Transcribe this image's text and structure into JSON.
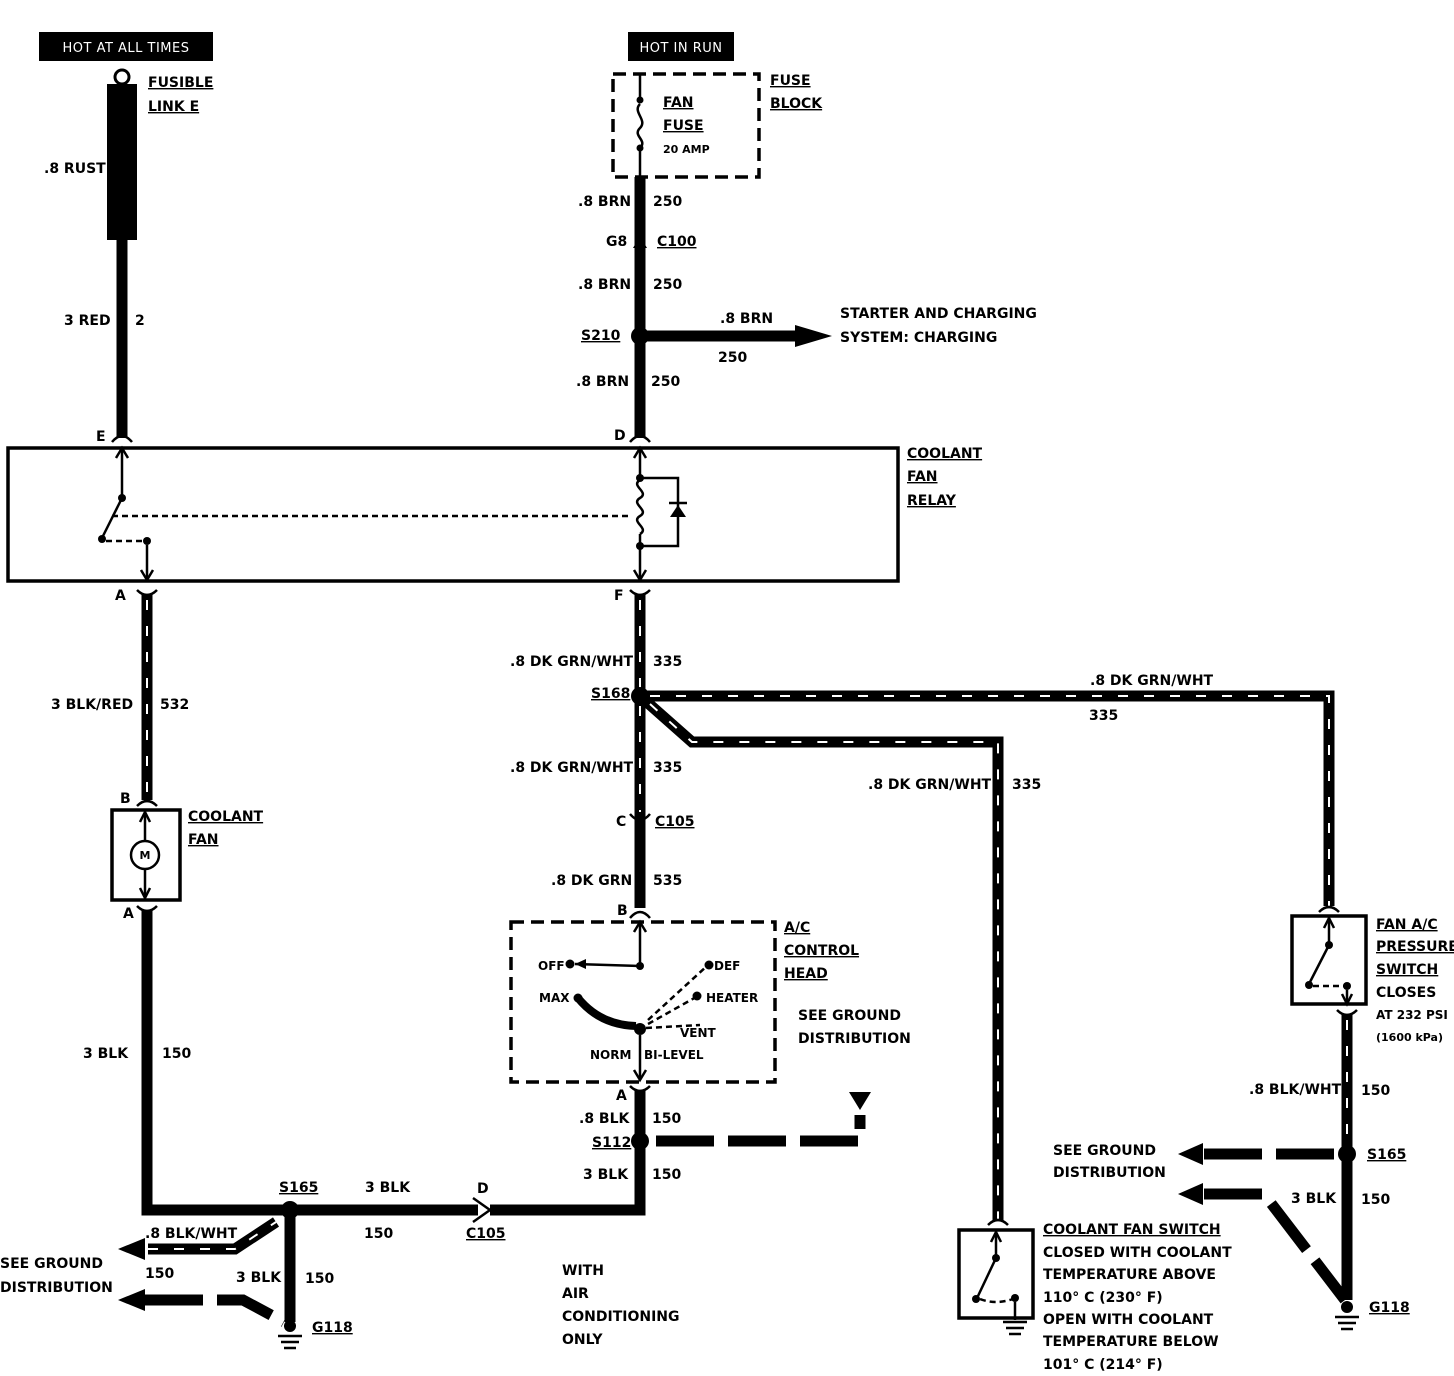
{
  "banners": {
    "hot_at_all_times": "HOT AT ALL TIMES",
    "hot_in_run": "HOT IN RUN"
  },
  "components": {
    "fusible_link_1": "FUSIBLE",
    "fusible_link_2": "LINK E",
    "fuse_block_1": "FUSE",
    "fuse_block_2": "BLOCK",
    "fan_fuse_1": "FAN",
    "fan_fuse_2": "FUSE",
    "fan_fuse_rating": "20 AMP",
    "relay_1": "COOLANT",
    "relay_2": "FAN",
    "relay_3": "RELAY",
    "fan_1": "COOLANT",
    "fan_2": "FAN",
    "motor": "M",
    "ac_head_1": "A/C",
    "ac_head_2": "CONTROL",
    "ac_head_3": "HEAD",
    "pressure_1": "FAN A/C",
    "pressure_2": "PRESSURE",
    "pressure_3": "SWITCH",
    "pressure_4": "CLOSES",
    "pressure_5": "AT 232 PSI",
    "pressure_6": "(1600 kPa)",
    "cfs_1": "COOLANT FAN SWITCH",
    "cfs_2": "CLOSED WITH COOLANT",
    "cfs_3": "TEMPERATURE ABOVE",
    "cfs_4": "110° C (230° F)",
    "cfs_5": "OPEN WITH COOLANT",
    "cfs_6": "TEMPERATURE BELOW",
    "cfs_7": "101° C (214° F)"
  },
  "ac_switch": {
    "off": "OFF",
    "def": "DEF",
    "max": "MAX",
    "heater": "HEATER",
    "vent": "VENT",
    "norm": "NORM",
    "bilevel": "BI-LEVEL"
  },
  "wires": {
    "rust": ".8 RUST",
    "red": "3 RED",
    "red_circuit": "2",
    "brn_a": ".8 BRN",
    "brn_a_circuit": "250",
    "brn_b": ".8 BRN",
    "brn_b_circuit": "250",
    "brn_c": ".8 BRN",
    "brn_c_circuit": "250",
    "brn_d": ".8 BRN",
    "brn_d_circuit": "250",
    "grnwht_a": ".8 DK GRN/WHT",
    "grnwht_a_circuit": "335",
    "grnwht_b": ".8 DK GRN/WHT",
    "grnwht_b_circuit": "335",
    "grnwht_c": ".8 DK GRN/WHT",
    "grnwht_c_circuit": "335",
    "grnwht_d": ".8 DK GRN/WHT",
    "grnwht_d_circuit": "335",
    "blkred": "3 BLK/RED",
    "blkred_circuit": "532",
    "dkgrn": ".8 DK GRN",
    "dkgrn_circuit": "535",
    "blk_fan": "3 BLK",
    "blk_fan_circuit": "150",
    "blk_s112_up": ".8 BLK",
    "blk_s112_up_circuit": "150",
    "blk_s112_down": "3 BLK",
    "blk_s112_down_circuit": "150",
    "blk_s165": "3 BLK",
    "blk_s165_circuit": "150",
    "blkwht_left": ".8 BLK/WHT",
    "blkwht_left_circuit": "150",
    "blk_g118_left": "3 BLK",
    "blk_g118_left_circuit": "150",
    "blkwht_right": ".8 BLK/WHT",
    "blkwht_right_circuit": "150",
    "blk_right": "3 BLK",
    "blk_right_circuit": "150"
  },
  "splices": {
    "s210": "S210",
    "s168": "S168",
    "s112": "S112",
    "s165_left": "S165",
    "s165_right": "S165"
  },
  "connectors": {
    "c100": "C100",
    "c100_pin": "G8",
    "c105_mid": "C105",
    "c105_mid_pin": "C",
    "c105_bottom": "C105",
    "c105_bottom_pin": "D"
  },
  "grounds": {
    "g118_left": "G118",
    "g118_right": "G118"
  },
  "pins": {
    "e": "E",
    "d": "D",
    "a_relay": "A",
    "f": "F",
    "b_fan": "B",
    "a_fan": "A",
    "b_ac": "B",
    "a_ac": "A"
  },
  "notes": {
    "starter_1": "STARTER AND CHARGING",
    "starter_2": "SYSTEM: CHARGING",
    "see_ground_mid_1": "SEE GROUND",
    "see_ground_mid_2": "DISTRIBUTION",
    "see_ground_left_1": "SEE GROUND",
    "see_ground_left_2": "DISTRIBUTION",
    "see_ground_right_1": "SEE GROUND",
    "see_ground_right_2": "DISTRIBUTION",
    "with_ac_1": "WITH",
    "with_ac_2": "AIR",
    "with_ac_3": "CONDITIONING",
    "with_ac_4": "ONLY"
  }
}
